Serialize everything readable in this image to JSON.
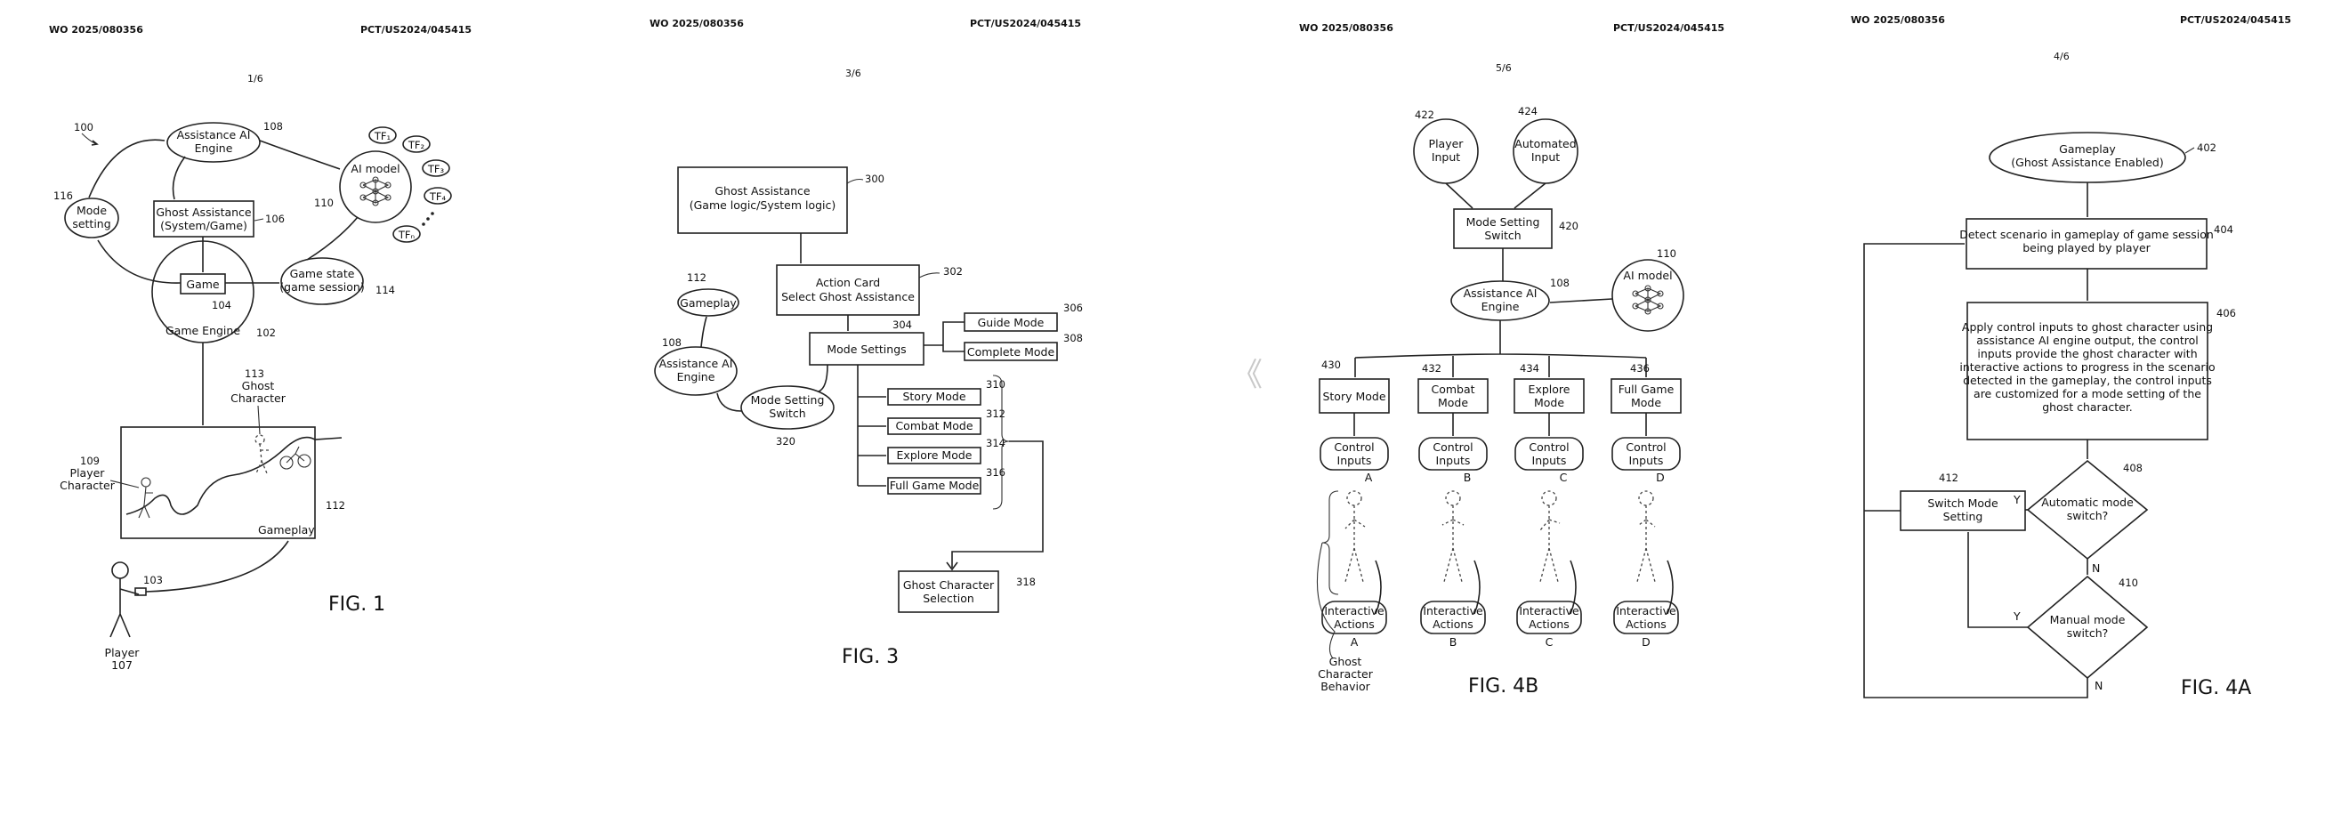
{
  "viewer": {
    "prev_icon": "chevron-left-icon",
    "prev_glyph": "《"
  },
  "sheets": [
    {
      "pub_no": "WO 2025/080356",
      "app_no": "PCT/US2024/045415",
      "page": "1/6",
      "figure": "FIG. 1",
      "nodes": {
        "n100": "100",
        "assist_ai_1": "Assistance AI",
        "assist_ai_2": "Engine",
        "r108": "108",
        "ghost_assist_1": "Ghost Assistance",
        "ghost_assist_2": "(System/Game)",
        "r106": "106",
        "mode_1": "Mode",
        "mode_2": "setting",
        "r116": "116",
        "ai_model": "AI model",
        "r110": "110",
        "tf1": "TF₁",
        "tf2": "TF₂",
        "tf3": "TF₃",
        "tf4": "TF₄",
        "tfn": "TFₙ",
        "game": "Game",
        "r104": "104",
        "game_engine": "Game Engine",
        "r102": "102",
        "state_1": "Game state",
        "state_2": "(game session)",
        "r114": "114",
        "r113": "113",
        "ghost_char_1": "Ghost",
        "ghost_char_2": "Character",
        "r109": "109",
        "player_char_1": "Player",
        "player_char_2": "Character",
        "gameplay": "Gameplay",
        "r112": "112",
        "r103": "103",
        "player": "Player",
        "r107": "107"
      }
    },
    {
      "pub_no": "WO 2025/080356",
      "app_no": "PCT/US2024/045415",
      "page": "3/6",
      "figure": "FIG. 3",
      "nodes": {
        "ghost_assist_1": "Ghost Assistance",
        "ghost_assist_2": "(Game logic/System logic)",
        "r300": "300",
        "action_1": "Action Card",
        "action_2": "Select Ghost Assistance",
        "r302": "302",
        "gameplay": "Gameplay",
        "r112": "112",
        "mode_settings": "Mode Settings",
        "r304": "304",
        "guide_mode": "Guide Mode",
        "r306": "306",
        "complete_mode": "Complete Mode",
        "r308": "308",
        "assist_1": "Assistance AI",
        "assist_2": "Engine",
        "r108": "108",
        "switch_1": "Mode Setting",
        "switch_2": "Switch",
        "r320": "320",
        "story_mode": "Story Mode",
        "r310": "310",
        "combat_mode": "Combat Mode",
        "r312": "312",
        "explore_mode": "Explore Mode",
        "r314": "314",
        "full_mode": "Full Game Mode",
        "r316": "316",
        "sel_1": "Ghost Character",
        "sel_2": "Selection",
        "r318": "318"
      }
    },
    {
      "pub_no": "WO 2025/080356",
      "app_no": "PCT/US2024/045415",
      "page": "5/6",
      "figure": "FIG. 4B",
      "nodes": {
        "r422": "422",
        "pi_1": "Player",
        "pi_2": "Input",
        "r424": "424",
        "ai_1": "Automated",
        "ai_2": "Input",
        "ms_1": "Mode Setting",
        "ms_2": "Switch",
        "r420": "420",
        "ae_1": "Assistance AI",
        "ae_2": "Engine",
        "r108": "108",
        "ai_model": "AI model",
        "r110": "110",
        "r430": "430",
        "story": "Story Mode",
        "r432": "432",
        "combat_1": "Combat",
        "combat_2": "Mode",
        "r434": "434",
        "explore_1": "Explore",
        "explore_2": "Mode",
        "r436": "436",
        "full_1": "Full Game",
        "full_2": "Mode",
        "ci_1": "Control",
        "ci_2": "Inputs",
        "ia_1": "Interactive",
        "ia_2": "Actions",
        "A": "A",
        "B": "B",
        "C": "C",
        "D": "D",
        "gcb_1": "Ghost",
        "gcb_2": "Character",
        "gcb_3": "Behavior"
      }
    },
    {
      "pub_no": "WO 2025/080356",
      "app_no": "PCT/US2024/045415",
      "page": "4/6",
      "figure": "FIG. 4A",
      "nodes": {
        "gp_1": "Gameplay",
        "gp_2": "(Ghost Assistance Enabled)",
        "r402": "402",
        "det_1": "Detect scenario in gameplay of game session",
        "det_2": "being played by player",
        "r404": "404",
        "apply": [
          "Apply control inputs to ghost character using",
          "assistance AI engine output, the control",
          "inputs provide the ghost character with",
          "interactive actions to progress in the scenario",
          "detected in the gameplay, the control inputs",
          "are customized for a mode setting of the",
          "ghost character."
        ],
        "r406": "406",
        "auto_1": "Automatic mode",
        "auto_2": "switch?",
        "r408": "408",
        "man_1": "Manual mode",
        "man_2": "switch?",
        "r410": "410",
        "sw_1": "Switch Mode",
        "sw_2": "Setting",
        "r412": "412",
        "Y": "Y",
        "N": "N"
      }
    }
  ]
}
